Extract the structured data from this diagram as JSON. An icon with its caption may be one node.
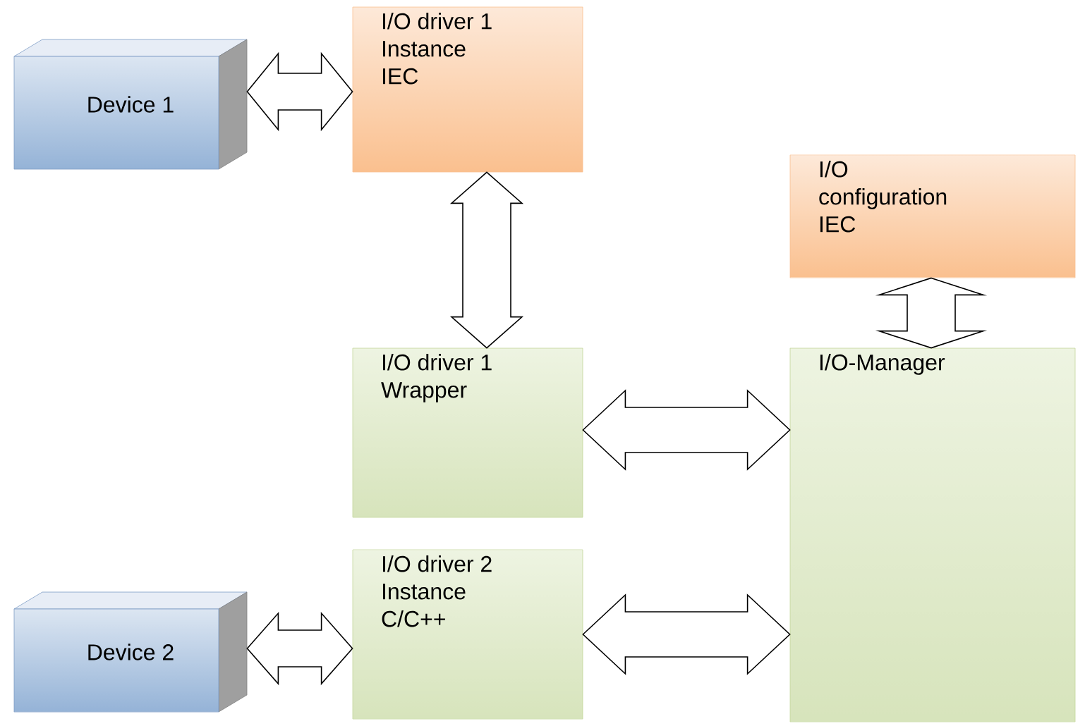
{
  "diagram": {
    "nodes": [
      {
        "text": [
          "Device 1"
        ]
      },
      {
        "text": [
          "I/O driver 1",
          "Instance",
          "IEC"
        ]
      },
      {
        "text": [
          "I/O",
          "configuration",
          "IEC"
        ]
      },
      {
        "text": [
          "I/O driver 1",
          "Wrapper"
        ]
      },
      {
        "text": [
          "I/O-Manager"
        ]
      },
      {
        "text": [
          "Device 2"
        ]
      },
      {
        "text": [
          "I/O driver 2",
          "Instance",
          "C/C++"
        ]
      }
    ],
    "edges": [
      {
        "from": 0,
        "to": 1,
        "arrow": "both"
      },
      {
        "from": 1,
        "to": 3,
        "arrow": "both"
      },
      {
        "from": 2,
        "to": 4,
        "arrow": "both"
      },
      {
        "from": 3,
        "to": 4,
        "arrow": "both"
      },
      {
        "from": 5,
        "to": 6,
        "arrow": "both"
      },
      {
        "from": 6,
        "to": 4,
        "arrow": "both"
      }
    ]
  }
}
